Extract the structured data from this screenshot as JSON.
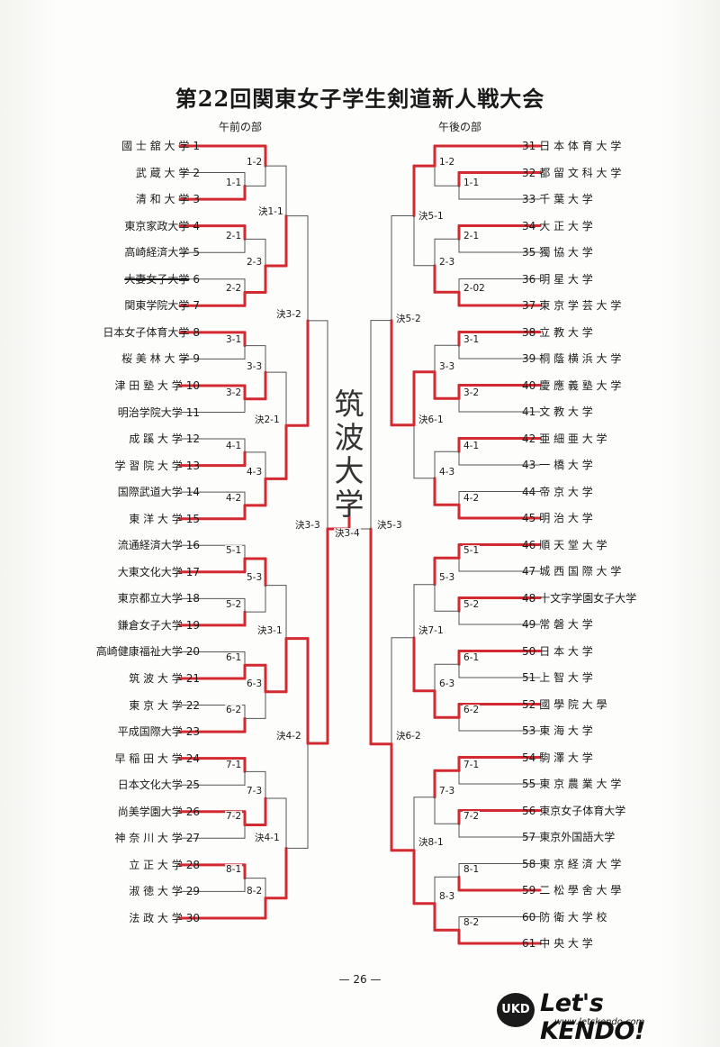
{
  "title": "第22回関東女子学生剣道新人戦大会",
  "sections": {
    "morning": "午前の部",
    "afternoon": "午後の部"
  },
  "left_teams": [
    {
      "name": "國 士 舘 大 学",
      "num": "1"
    },
    {
      "name": "武 蔵 大 学",
      "num": "2"
    },
    {
      "name": "清 和 大 学",
      "num": "3"
    },
    {
      "name": "東京家政大学",
      "num": "4"
    },
    {
      "name": "高崎経済大学",
      "num": "5"
    },
    {
      "name": "大妻女子大学",
      "num": "6",
      "struck": true
    },
    {
      "name": "関東学院大学",
      "num": "7"
    },
    {
      "name": "日本女子体育大学",
      "num": "8"
    },
    {
      "name": "桜 美 林 大 学",
      "num": "9"
    },
    {
      "name": "津 田 塾 大 学",
      "num": "10"
    },
    {
      "name": "明治学院大学",
      "num": "11"
    },
    {
      "name": "成 蹊 大 学",
      "num": "12"
    },
    {
      "name": "学 習 院 大 学",
      "num": "13"
    },
    {
      "name": "国際武道大学",
      "num": "14"
    },
    {
      "name": "東 洋 大 学",
      "num": "15"
    },
    {
      "name": "流通経済大学",
      "num": "16"
    },
    {
      "name": "大東文化大学",
      "num": "17"
    },
    {
      "name": "東京都立大学",
      "num": "18"
    },
    {
      "name": "鎌倉女子大学",
      "num": "19"
    },
    {
      "name": "高崎健康福祉大学",
      "num": "20"
    },
    {
      "name": "筑 波 大 学",
      "num": "21"
    },
    {
      "name": "東 京 大 学",
      "num": "22"
    },
    {
      "name": "平成国際大学",
      "num": "23"
    },
    {
      "name": "早 稲 田 大 学",
      "num": "24"
    },
    {
      "name": "日本文化大学",
      "num": "25"
    },
    {
      "name": "尚美学園大学",
      "num": "26"
    },
    {
      "name": "神 奈 川 大 学",
      "num": "27"
    },
    {
      "name": "立 正 大 学",
      "num": "28"
    },
    {
      "name": "淑 徳 大 学",
      "num": "29"
    },
    {
      "name": "法 政 大 学",
      "num": "30"
    }
  ],
  "right_teams": [
    {
      "num": "31",
      "name": "日 本 体 育 大 学"
    },
    {
      "num": "32",
      "name": "都 留 文 科 大 学"
    },
    {
      "num": "33",
      "name": "千 葉 大 学"
    },
    {
      "num": "34",
      "name": "大 正 大 学"
    },
    {
      "num": "35",
      "name": "獨 協 大 学"
    },
    {
      "num": "36",
      "name": "明 星 大 学"
    },
    {
      "num": "37",
      "name": "東 京 学 芸 大 学"
    },
    {
      "num": "38",
      "name": "立 教 大 学"
    },
    {
      "num": "39",
      "name": "桐 蔭 横 浜 大 学"
    },
    {
      "num": "40",
      "name": "慶 應 義 塾 大 学"
    },
    {
      "num": "41",
      "name": "文 教 大 学"
    },
    {
      "num": "42",
      "name": "亜 細 亜 大 学"
    },
    {
      "num": "43",
      "name": "一 橋 大 学"
    },
    {
      "num": "44",
      "name": "帝 京 大 学"
    },
    {
      "num": "45",
      "name": "明 治 大 学"
    },
    {
      "num": "46",
      "name": "順 天 堂 大 学"
    },
    {
      "num": "47",
      "name": "城 西 国 際 大 学"
    },
    {
      "num": "48",
      "name": "十文字学園女子大学"
    },
    {
      "num": "49",
      "name": "常 磐 大 学"
    },
    {
      "num": "50",
      "name": "日 本 大 学"
    },
    {
      "num": "51",
      "name": "上 智 大 学"
    },
    {
      "num": "52",
      "name": "國 學 院 大 學"
    },
    {
      "num": "53",
      "name": "東 海 大 学"
    },
    {
      "num": "54",
      "name": "駒 澤 大 学"
    },
    {
      "num": "55",
      "name": "東 京 農 業 大 学"
    },
    {
      "num": "56",
      "name": "東京女子体育大学"
    },
    {
      "num": "57",
      "name": "東京外国語大学"
    },
    {
      "num": "58",
      "name": "東 京 経 済 大 学"
    },
    {
      "num": "59",
      "name": "二 松 學 舍 大 學"
    },
    {
      "num": "60",
      "name": "防 衛 大 学 校"
    },
    {
      "num": "61",
      "name": "中 央 大 学"
    }
  ],
  "match_labels": {
    "L1_1": "1-1",
    "L1_2": "1-2",
    "L2_1": "2-1",
    "L2_2": "2-2",
    "L2_3": "2-3",
    "L3_1": "3-1",
    "L3_2": "3-2",
    "L3_3": "3-3",
    "L4_1": "4-1",
    "L4_2": "4-2",
    "L4_3": "4-3",
    "L5_1": "5-1",
    "L5_2": "5-2",
    "L5_3": "5-3",
    "L6_1": "6-1",
    "L6_2": "6-2",
    "L6_3": "6-3",
    "L7_1": "7-1",
    "L7_2": "7-2",
    "L7_3": "7-3",
    "L8_1": "8-1",
    "L8_2": "8-2",
    "LF1_1": "決1-1",
    "LF2_1": "決2-1",
    "LF3_1": "決3-1",
    "LF4_1": "決4-1",
    "LF3_2": "決3-2",
    "LF4_2": "決4-2",
    "LF3_3": "決3-3",
    "R1_1": "1-1",
    "R1_2": "1-2",
    "R2_1": "2-1",
    "R2_2": "2-02",
    "R2_3": "2-3",
    "R3_1": "3-1",
    "R3_2": "3-2",
    "R3_3": "3-3",
    "R4_1": "4-1",
    "R4_2": "4-2",
    "R4_3": "4-3",
    "R5_1": "5-1",
    "R5_2": "5-2",
    "R5_3": "5-3",
    "R6_1": "6-1",
    "R6_2": "6-2",
    "R6_3": "6-3",
    "R7_1": "7-1",
    "R7_2": "7-2",
    "R7_3": "7-3",
    "R8_1": "8-1",
    "R8_2": "8-2",
    "R8_3": "8-3",
    "RF5_1": "決5-1",
    "RF6_1": "決6-1",
    "RF7_1": "決7-1",
    "RF8_1": "決8-1",
    "RF5_2": "決5-2",
    "RF6_2": "決6-2",
    "RF5_3": "決5-3",
    "FINAL": "決3-4"
  },
  "handwritten_winner": [
    "筑",
    "波",
    "大",
    "学"
  ],
  "page_number": "— 26 —",
  "logo": {
    "badge": "UKD",
    "brand": "Let's KENDO!",
    "url": "www.letskendo.com"
  },
  "colors": {
    "ink": "#1a1a1a",
    "bracket": "#555555",
    "winner_red": "#d22a30",
    "paper": "#fbfbf9"
  }
}
